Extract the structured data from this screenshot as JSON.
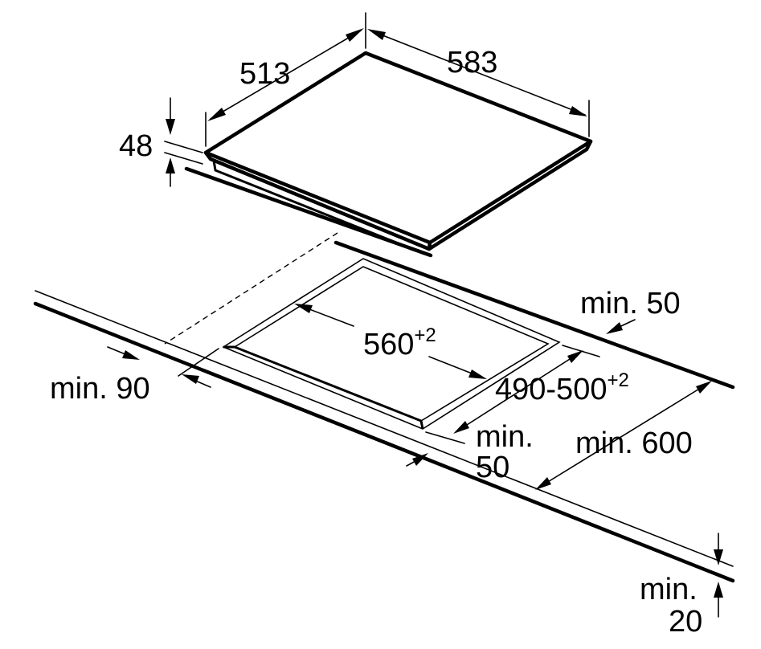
{
  "labels": {
    "hob_depth": "513",
    "hob_width": "583",
    "hob_height": "48",
    "cutout_width": "560",
    "cutout_width_tol": "+2",
    "cutout_depth": "490-500",
    "cutout_depth_tol": "+2",
    "min_front": "min. 50",
    "min_side_right_line1": "min.",
    "min_side_right_line2": "50",
    "min_wall": "min. 90",
    "min_worktop_depth": "min. 600",
    "min_thickness_line1": "min.",
    "min_thickness_line2": "20"
  }
}
